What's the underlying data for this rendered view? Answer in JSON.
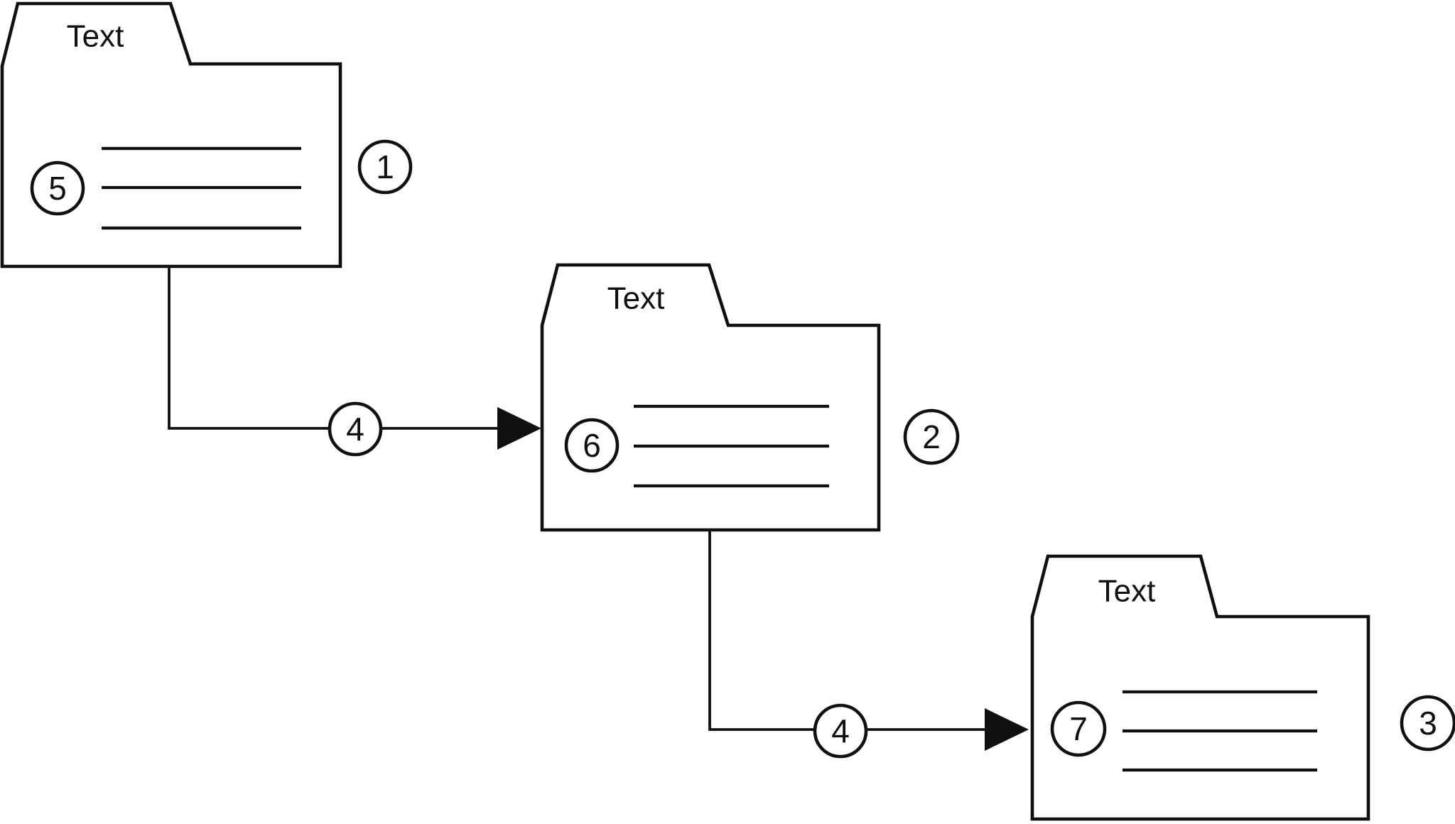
{
  "diagram": {
    "background_color": "#ffffff",
    "stroke_color": "#101010",
    "folders": [
      {
        "title": "Text",
        "inner_badge": "5",
        "node_number": "1"
      },
      {
        "title": "Text",
        "inner_badge": "6",
        "node_number": "2"
      },
      {
        "title": "Text",
        "inner_badge": "7",
        "node_number": "3"
      }
    ],
    "connectors": [
      {
        "badge": "4"
      },
      {
        "badge": "4"
      }
    ]
  }
}
